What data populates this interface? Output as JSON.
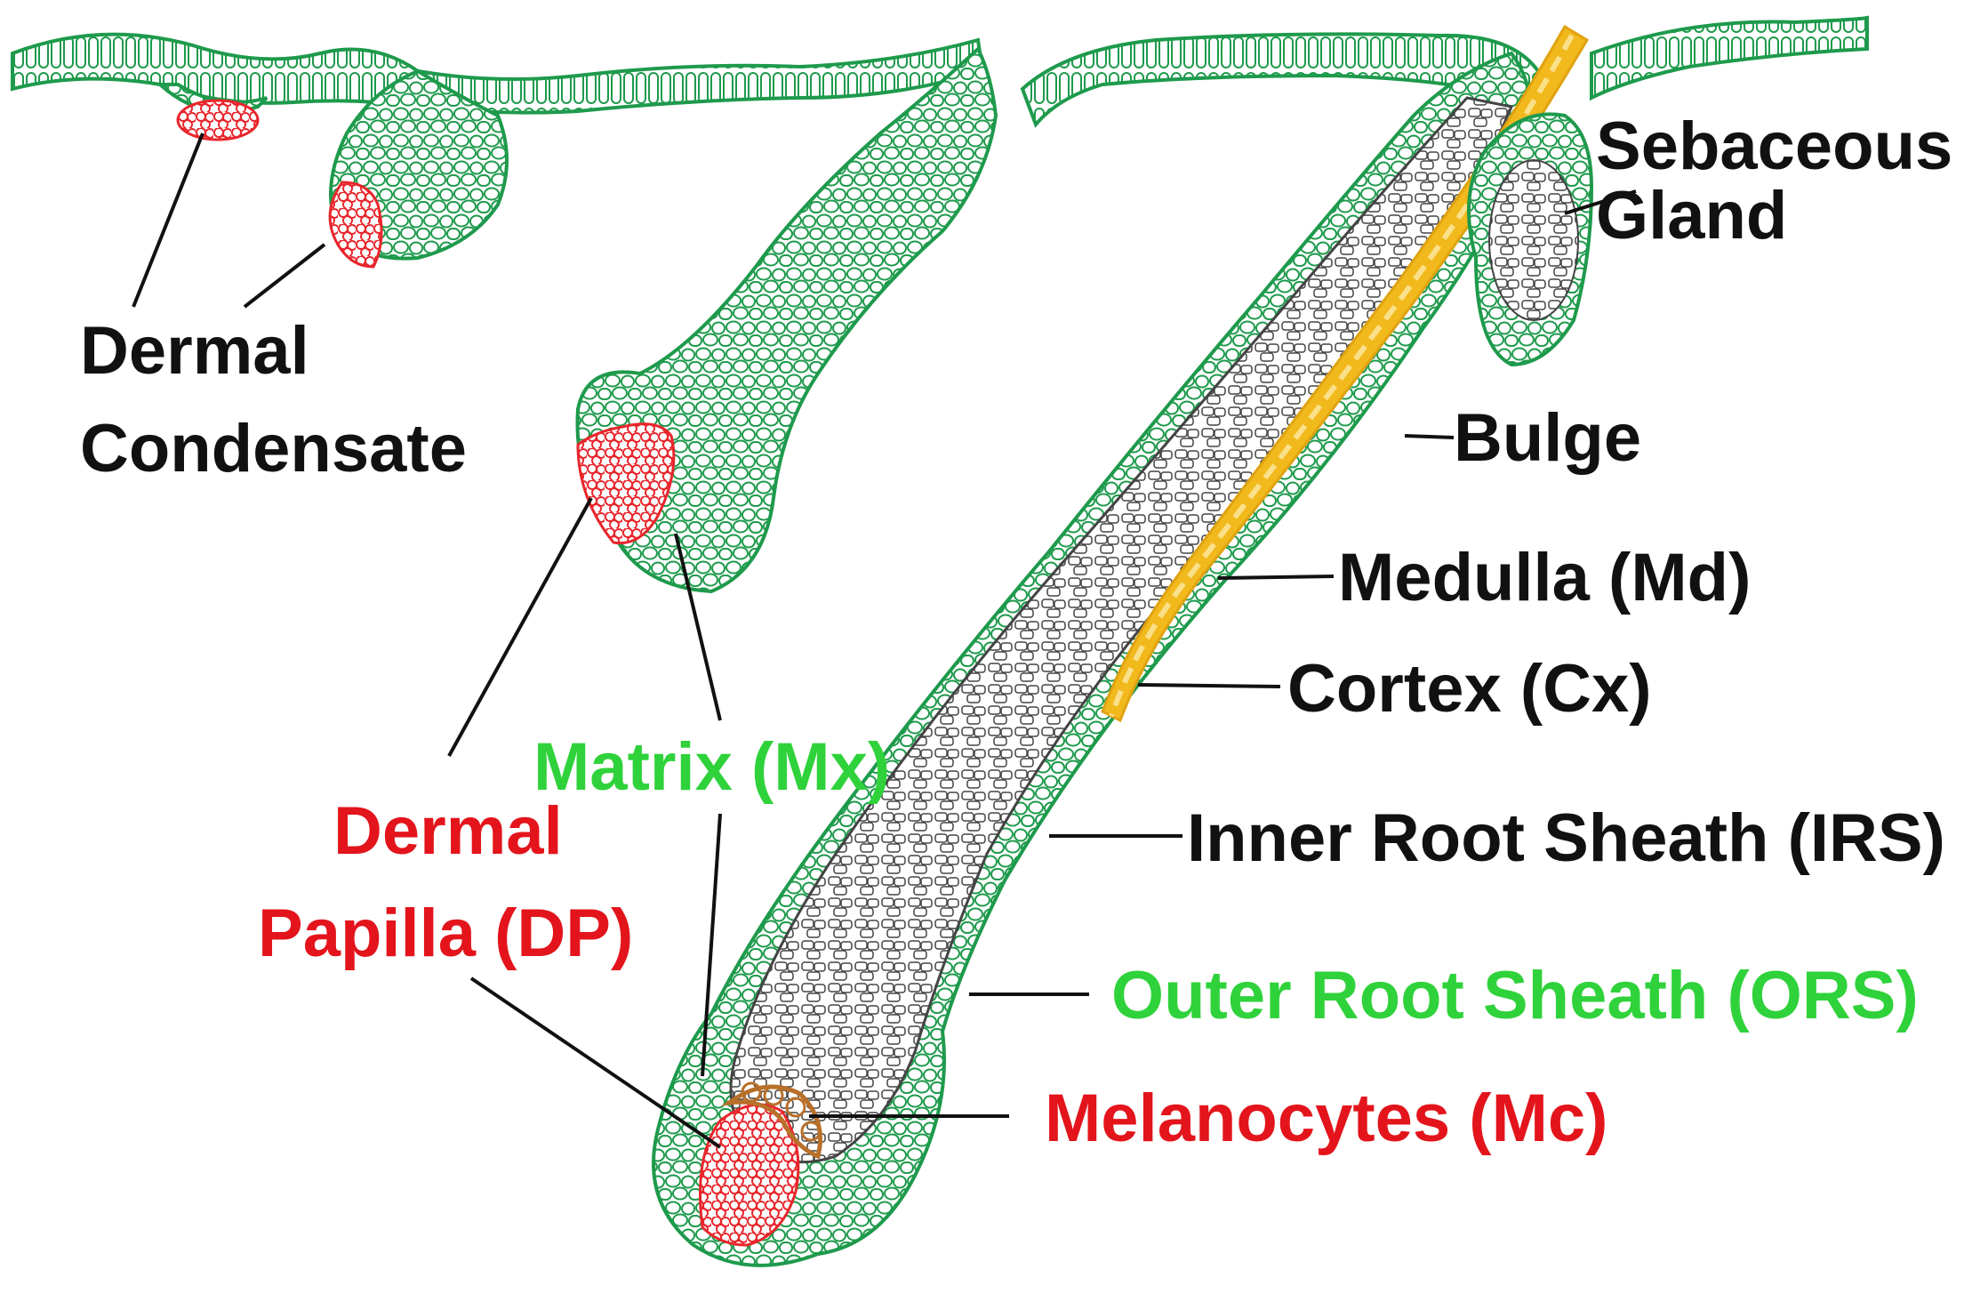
{
  "colors": {
    "epithelium": "#1e9a4c",
    "epithelium_fill": "#ffffff",
    "dermal": "#e8262c",
    "melanocyte": "#b8702a",
    "hair_shaft": "#f2b91c",
    "hair_shaft_light": "#fbe08a",
    "irs": "#444444",
    "label_black": "#111111",
    "label_green": "#2fd23a",
    "label_red": "#e3141b"
  },
  "labels": {
    "dermal_condensate_line1": "Dermal",
    "dermal_condensate_line2": "Condensate",
    "matrix": "Matrix (Mx)",
    "dermal_papilla_line1": "Dermal",
    "dermal_papilla_line2": "Papilla (DP)",
    "sebaceous_line1": "Sebaceous",
    "sebaceous_line2": "Gland",
    "bulge": "Bulge",
    "medulla": "Medulla (Md)",
    "cortex": "Cortex (Cx)",
    "irs": "Inner Root Sheath (IRS)",
    "ors": "Outer Root Sheath (ORS)",
    "melanocytes": "Melanocytes (Mc)"
  }
}
